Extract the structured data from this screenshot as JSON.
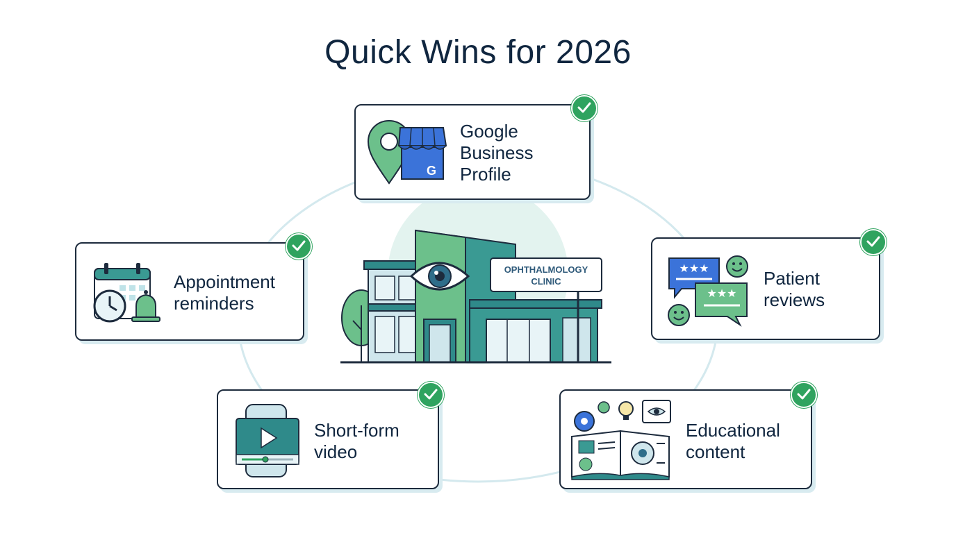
{
  "title": "Quick Wins for 2026",
  "center": {
    "sign_line1": "OPHTHALMOLOGY",
    "sign_line2": "CLINIC"
  },
  "cards": {
    "gbp": {
      "label": "Google\nBusiness\nProfile",
      "badge": "G"
    },
    "appointments": {
      "label": "Appointment\nreminders"
    },
    "reviews": {
      "label": "Patient\nreviews"
    },
    "video": {
      "label": "Short-form\nvideo"
    },
    "education": {
      "label": "Educational\ncontent"
    }
  },
  "colors": {
    "accent_green": "#2fa35f",
    "teal": "#3a9a93",
    "blue": "#3b73d9",
    "ring": "#d4e9ee",
    "outline": "#1d2b3d"
  },
  "icons": [
    "map-pin-icon",
    "storefront-icon",
    "calendar-icon",
    "clock-icon",
    "bell-icon",
    "star-review-icon",
    "smiley-icon",
    "video-phone-icon",
    "play-icon",
    "book-icon",
    "gear-icon",
    "lightbulb-icon",
    "eye-icon",
    "check-icon"
  ]
}
